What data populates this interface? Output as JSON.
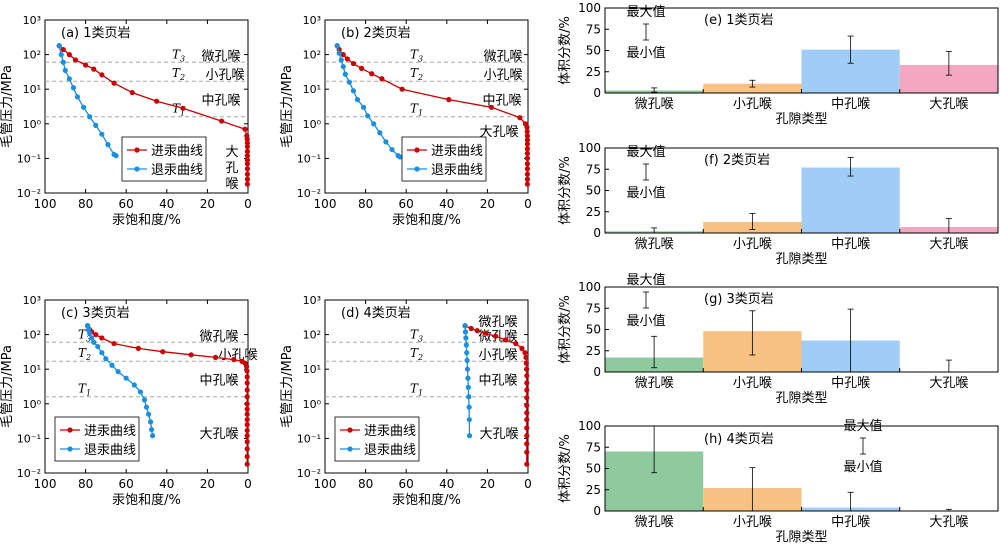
{
  "colors": {
    "imbibition": "#cc0000",
    "drainage": "#1a8fe0",
    "threshold_line": "#a8a8a8",
    "micro": "#8fca9f",
    "small": "#f6c182",
    "medium": "#9fcdf6",
    "large": "#f3a7c0"
  },
  "chart_data": [
    {
      "id": "a",
      "type": "line",
      "title": "(a) 1类页岩",
      "xlabel": "汞饱和度/%",
      "ylabel": "毛管压力/MPa",
      "xlim": [
        100,
        0
      ],
      "ylim": [
        0.01,
        1000
      ],
      "yscale": "log",
      "x_ticks": [
        "100",
        "80",
        "60",
        "40",
        "20",
        "0"
      ],
      "y_ticks": [
        "10⁻²",
        "10⁻¹",
        "10⁰",
        "10¹",
        "10²",
        "10³"
      ],
      "legend": {
        "position": "bottom-right",
        "entries": [
          "进汞曲线",
          "退汞曲线"
        ]
      },
      "thresholds": [
        {
          "label": "T",
          "sub": "3",
          "value": 60,
          "zone": "微孔喉"
        },
        {
          "label": "T",
          "sub": "2",
          "value": 17,
          "zone": "小孔喉"
        },
        {
          "label": "T",
          "sub": "1",
          "value": 1.6,
          "zone": "中孔喉"
        }
      ],
      "zone_bottom": [
        "大",
        "孔",
        "喉"
      ],
      "series": [
        {
          "name": "进汞曲线",
          "x": [
            93,
            91,
            88,
            85,
            80,
            76,
            72,
            66,
            57,
            45,
            32,
            13,
            1.5,
            0.6,
            0.4,
            0.3,
            0.3,
            0.3,
            0.3,
            0.3,
            0.3,
            0.3,
            0.3,
            0.3,
            0.3
          ],
          "y": [
            180,
            140,
            100,
            70,
            50,
            38,
            26,
            15,
            8,
            4.5,
            2.8,
            1.2,
            0.7,
            0.45,
            0.36,
            0.28,
            0.22,
            0.16,
            0.12,
            0.09,
            0.07,
            0.05,
            0.035,
            0.025,
            0.018
          ]
        },
        {
          "name": "退汞曲线",
          "x": [
            93,
            92,
            91,
            90,
            88,
            86,
            84,
            81,
            78,
            75,
            72,
            69,
            66,
            65
          ],
          "y": [
            180,
            100,
            60,
            35,
            20,
            11,
            6,
            3,
            1.6,
            0.9,
            0.5,
            0.25,
            0.13,
            0.12
          ]
        }
      ]
    },
    {
      "id": "b",
      "type": "line",
      "title": "(b) 2类页岩",
      "xlabel": "汞饱和度/%",
      "ylabel": "毛管压力/MPa",
      "xlim": [
        100,
        0
      ],
      "ylim": [
        0.01,
        1000
      ],
      "yscale": "log",
      "x_ticks": [
        "100",
        "80",
        "60",
        "40",
        "20",
        "0"
      ],
      "y_ticks": [
        "10⁻²",
        "10⁻¹",
        "10⁰",
        "10¹",
        "10²",
        "10³"
      ],
      "legend": {
        "position": "bottom-right",
        "entries": [
          "进汞曲线",
          "退汞曲线"
        ]
      },
      "thresholds": [
        {
          "label": "T",
          "sub": "3",
          "value": 60,
          "zone": "微孔喉"
        },
        {
          "label": "T",
          "sub": "2",
          "value": 17,
          "zone": "小孔喉"
        },
        {
          "label": "T",
          "sub": "1",
          "value": 1.6,
          "zone": "中孔喉"
        }
      ],
      "zone_bottom_text": "大孔喉",
      "series": [
        {
          "name": "进汞曲线",
          "x": [
            94,
            93,
            91,
            89,
            86,
            82,
            77,
            72,
            62,
            39,
            18,
            4,
            1.3,
            0.5,
            0.4,
            0.3,
            0.3,
            0.3,
            0.3,
            0.3,
            0.3,
            0.3,
            0.3,
            0.3,
            0.3,
            0.3
          ],
          "y": [
            180,
            140,
            100,
            75,
            55,
            40,
            28,
            20,
            10,
            5,
            3,
            1.5,
            1.0,
            0.8,
            0.6,
            0.45,
            0.34,
            0.26,
            0.19,
            0.14,
            0.1,
            0.07,
            0.05,
            0.035,
            0.025,
            0.018
          ]
        },
        {
          "name": "退汞曲线",
          "x": [
            94,
            93,
            92,
            91,
            90,
            88,
            86,
            84,
            81,
            79,
            76,
            73,
            70,
            67,
            64,
            63
          ],
          "y": [
            180,
            110,
            70,
            45,
            27,
            16,
            9,
            5,
            3,
            1.7,
            1.0,
            0.55,
            0.3,
            0.18,
            0.12,
            0.11
          ]
        }
      ]
    },
    {
      "id": "c",
      "type": "line",
      "title": "(c) 3类页岩",
      "xlabel": "汞饱和度/%",
      "ylabel": "毛管压力/MPa",
      "xlim": [
        100,
        0
      ],
      "ylim": [
        0.01,
        1000
      ],
      "yscale": "log",
      "x_ticks": [
        "100",
        "80",
        "60",
        "40",
        "20",
        "0"
      ],
      "y_ticks": [
        "10⁻²",
        "10⁻¹",
        "10⁰",
        "10¹",
        "10²",
        "10³"
      ],
      "legend": {
        "position": "bottom-left",
        "entries": [
          "进汞曲线",
          "退汞曲线"
        ]
      },
      "thresholds": [
        {
          "label": "T",
          "sub": "3",
          "value": 60,
          "zone": "微孔喉"
        },
        {
          "label": "T",
          "sub": "2",
          "value": 17,
          "zone": "小孔喉"
        },
        {
          "label": "T",
          "sub": "1",
          "value": 1.6,
          "zone": "中孔喉"
        }
      ],
      "zone_bottom_text": "大孔喉",
      "series": [
        {
          "name": "进汞曲线",
          "x": [
            79,
            78,
            77,
            75,
            72,
            66,
            54,
            42,
            28,
            16,
            7,
            3,
            1.5,
            0.7,
            0.5,
            0.4,
            0.4,
            0.4,
            0.4,
            0.4,
            0.4,
            0.4,
            0.4,
            0.4,
            0.4,
            0.4,
            0.4,
            0.4,
            0.4,
            0.4
          ],
          "y": [
            180,
            140,
            120,
            100,
            80,
            55,
            40,
            32,
            26,
            22,
            19,
            17,
            15,
            12,
            9,
            6,
            4,
            2.5,
            1.6,
            1.0,
            0.7,
            0.5,
            0.35,
            0.25,
            0.17,
            0.12,
            0.08,
            0.05,
            0.03,
            0.018
          ]
        },
        {
          "name": "退汞曲线",
          "x": [
            79,
            78.5,
            78,
            77,
            76,
            74,
            72,
            70,
            67,
            64,
            60,
            56,
            53,
            51,
            50,
            49,
            48,
            47.5,
            47
          ],
          "y": [
            180,
            140,
            110,
            80,
            60,
            45,
            30,
            20,
            13,
            8.5,
            5.5,
            3.5,
            2.2,
            1.3,
            0.8,
            0.5,
            0.3,
            0.18,
            0.12
          ]
        }
      ]
    },
    {
      "id": "d",
      "type": "line",
      "title": "(d) 4类页岩",
      "xlabel": "汞饱和度/%",
      "ylabel": "毛管压力/MPa",
      "xlim": [
        100,
        0
      ],
      "ylim": [
        0.01,
        1000
      ],
      "yscale": "log",
      "x_ticks": [
        "100",
        "80",
        "60",
        "40",
        "20",
        "0"
      ],
      "y_ticks": [
        "10⁻²",
        "10⁻¹",
        "10⁰",
        "10¹",
        "10²",
        "10³"
      ],
      "legend": {
        "position": "bottom-left",
        "entries": [
          "进汞曲线",
          "退汞曲线"
        ]
      },
      "thresholds": [
        {
          "label": "T",
          "sub": "3",
          "value": 60,
          "zone": "微孔喉"
        },
        {
          "label": "T",
          "sub": "2",
          "value": 17,
          "zone": "小孔喉"
        },
        {
          "label": "T",
          "sub": "1",
          "value": 1.6,
          "zone": "中孔喉"
        }
      ],
      "zone_top_text": "微孔喉",
      "zone_bottom_text": "大孔喉",
      "series": [
        {
          "name": "进汞曲线",
          "x": [
            31,
            28,
            25,
            21,
            16,
            11,
            6,
            3,
            1.5,
            1,
            0.8,
            0.7,
            0.6,
            0.6,
            0.6,
            0.6,
            0.6,
            0.6,
            0.6,
            0.6,
            0.6,
            0.6,
            0.6,
            0.6
          ],
          "y": [
            180,
            150,
            130,
            110,
            90,
            70,
            55,
            40,
            30,
            22,
            15,
            10,
            6.5,
            4,
            2.5,
            1.5,
            0.9,
            0.55,
            0.35,
            0.2,
            0.12,
            0.07,
            0.04,
            0.018
          ]
        },
        {
          "name": "退汞曲线",
          "x": [
            31,
            30.8,
            30.6,
            30.4,
            30.2,
            30,
            29.8,
            29.6,
            29.4,
            29.2,
            29,
            28.9,
            28.8
          ],
          "y": [
            180,
            120,
            80,
            50,
            30,
            18,
            10,
            5.5,
            3,
            1.6,
            0.8,
            0.35,
            0.12
          ]
        }
      ]
    },
    {
      "id": "e",
      "type": "bar",
      "title": "(e) 1类页岩",
      "xlabel": "孔隙类型",
      "ylabel": "体积分数/%",
      "ylim": [
        0,
        100
      ],
      "y_ticks": [
        "0",
        "25",
        "50",
        "75",
        "100"
      ],
      "categories": [
        "微孔喉",
        "小孔喉",
        "中孔喉",
        "大孔喉"
      ],
      "values": [
        3,
        11,
        51,
        33
      ],
      "err_min": [
        1,
        7,
        35,
        21
      ],
      "err_max": [
        6,
        15,
        67,
        49
      ],
      "errbar_legend": {
        "max": "最大值",
        "min": "最小值"
      }
    },
    {
      "id": "f",
      "type": "bar",
      "title": "(f) 2类页岩",
      "xlabel": "孔隙类型",
      "ylabel": "体积分数/%",
      "ylim": [
        0,
        100
      ],
      "y_ticks": [
        "0",
        "25",
        "50",
        "75",
        "100"
      ],
      "categories": [
        "微孔喉",
        "小孔喉",
        "中孔喉",
        "大孔喉"
      ],
      "values": [
        2,
        13,
        77,
        7
      ],
      "err_min": [
        0,
        4,
        67,
        0
      ],
      "err_max": [
        6,
        23,
        89,
        17
      ],
      "errbar_legend": {
        "max": "最大值",
        "min": "最小值"
      }
    },
    {
      "id": "g",
      "type": "bar",
      "title": "(g) 3类页岩",
      "xlabel": "孔隙类型",
      "ylabel": "体积分数/%",
      "ylim": [
        0,
        100
      ],
      "y_ticks": [
        "0",
        "25",
        "50",
        "75",
        "100"
      ],
      "categories": [
        "微孔喉",
        "小孔喉",
        "中孔喉",
        "大孔喉"
      ],
      "values": [
        17,
        48,
        37,
        0
      ],
      "err_min": [
        5,
        20,
        0,
        0
      ],
      "err_max": [
        42,
        72,
        74,
        14
      ],
      "errbar_legend": {
        "max": "最大值",
        "min": "最小值"
      }
    },
    {
      "id": "h",
      "type": "bar",
      "title": "(h) 4类页岩",
      "xlabel": "孔隙类型",
      "ylabel": "体积分数/%",
      "ylim": [
        0,
        100
      ],
      "y_ticks": [
        "0",
        "25",
        "50",
        "75",
        "100"
      ],
      "categories": [
        "微孔喉",
        "小孔喉",
        "中孔喉",
        "大孔喉"
      ],
      "values": [
        70,
        27,
        4,
        0
      ],
      "err_min": [
        45,
        0,
        0,
        0
      ],
      "err_max": [
        100,
        51,
        22,
        2
      ],
      "errbar_legend": {
        "max": "最大值",
        "min": "最小值"
      }
    }
  ]
}
